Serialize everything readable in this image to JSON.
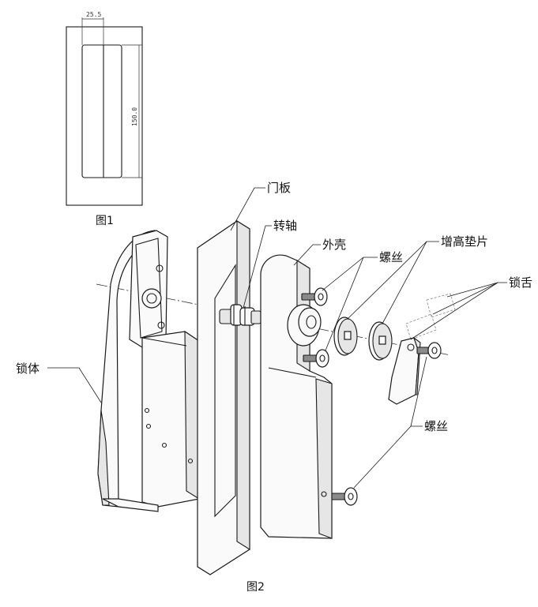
{
  "figure1": {
    "caption": "图1",
    "dim_width": "25.5",
    "dim_height": "150.0"
  },
  "figure2": {
    "caption": "图2",
    "labels": {
      "door_panel": "门板",
      "shaft": "转轴",
      "housing": "外壳",
      "screw_top": "螺丝",
      "spacer": "增高垫片",
      "tongue": "锁舌",
      "lock_body": "锁体",
      "screw_bottom": "螺丝"
    }
  }
}
